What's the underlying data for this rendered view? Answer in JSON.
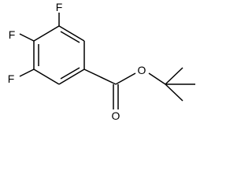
{
  "molecule": {
    "atoms": {
      "F_top": "F",
      "F_middle": "F",
      "F_bottom": "F",
      "O_ester": "O",
      "O_carbonyl": "O"
    }
  },
  "colors": {
    "bond": "#000000",
    "label": "#000000",
    "background": "#ffffff"
  }
}
